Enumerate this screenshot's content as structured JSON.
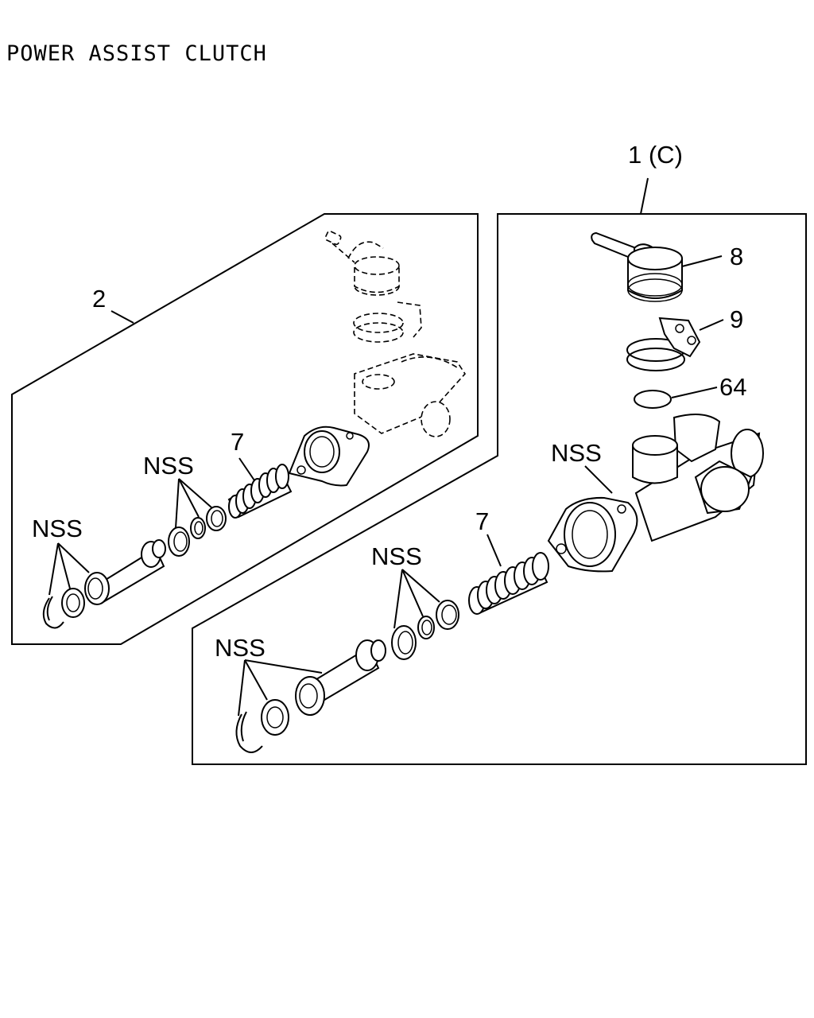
{
  "title": "POWER ASSIST CLUTCH",
  "labels": {
    "assembly_1": "1 (C)",
    "assembly_2": "2",
    "reservoir": "8",
    "clamp": "9",
    "seal_ring": "64",
    "spring_a": "7",
    "spring_b": "7",
    "nss_a": "NSS",
    "nss_b": "NSS",
    "nss_c": "NSS",
    "nss_d": "NSS",
    "nss_e": "NSS"
  }
}
